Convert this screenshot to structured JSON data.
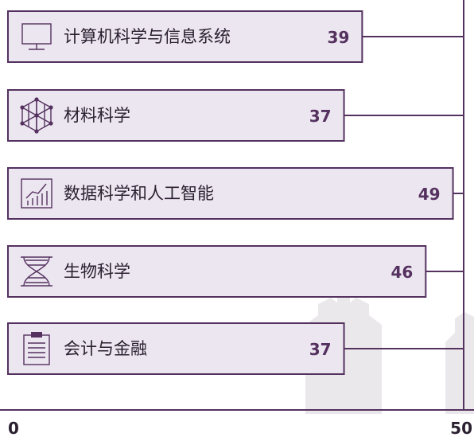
{
  "chart_data": {
    "type": "bar",
    "orientation": "horizontal",
    "categories": [
      "计算机科学与信息系统",
      "材料科学",
      "数据科学和人工智能",
      "生物科学",
      "会计与金融"
    ],
    "values": [
      39,
      37,
      49,
      46,
      37
    ],
    "icons": [
      "monitor-icon",
      "crystal-lattice-icon",
      "growth-chart-icon",
      "dna-helix-icon",
      "clipboard-icon"
    ],
    "xlim": [
      0,
      50
    ],
    "x_ticks": [
      "0",
      "50"
    ],
    "title": "",
    "xlabel": "",
    "ylabel": "",
    "grid": false,
    "legend": "none",
    "colors": {
      "accent": "#54315f",
      "bar_fill": "#ece6f0",
      "text": "#2a2030"
    }
  }
}
